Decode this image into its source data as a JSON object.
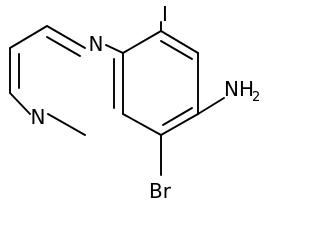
{
  "molecule": {
    "atoms": {
      "n1": "N",
      "n4": "N",
      "iodine": "I",
      "bromine": "Br",
      "amine": "NH",
      "amine_subscript": "2"
    }
  }
}
